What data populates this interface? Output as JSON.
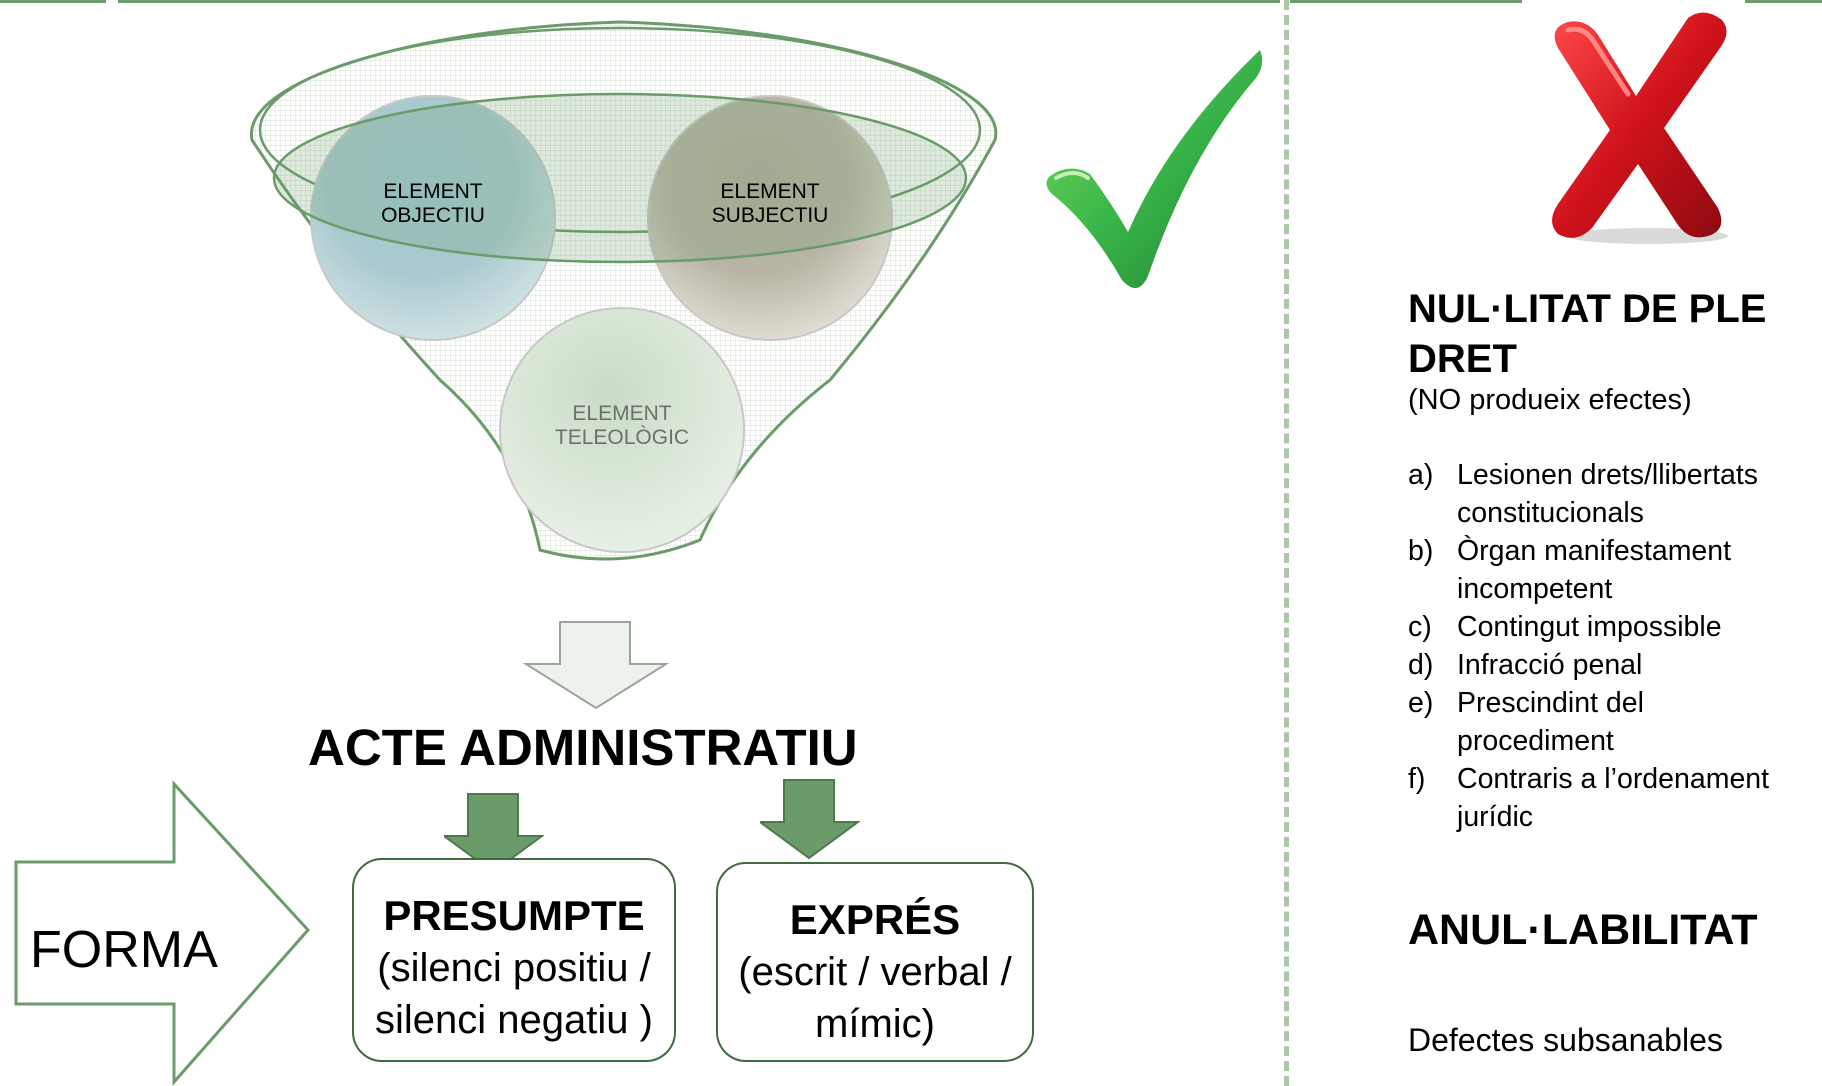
{
  "diagram": {
    "circles": [
      {
        "line1": "ELEMENT",
        "line2": "OBJECTIU"
      },
      {
        "line1": "ELEMENT",
        "line2": "SUBJECTIU"
      },
      {
        "line1": "ELEMENT",
        "line2": "TELEOLÒGIC"
      }
    ],
    "acte_title": "ACTE ADMINISTRATIU",
    "forma_label": "FORMA",
    "presumpte": {
      "title": "PRESUMPTE",
      "line1": "(silenci positiu /",
      "line2": "silenci negatiu )"
    },
    "expres": {
      "title": "EXPRÉS",
      "line1": "(escrit / verbal /",
      "line2": "mímic)"
    }
  },
  "right_panel": {
    "nulitat": {
      "title_line1": "NUL·LITAT DE PLE",
      "title_line2": "DRET",
      "subtitle": "(NO produeix efectes)",
      "items": [
        {
          "marker": "a)",
          "line1": "Lesionen drets/llibertats",
          "line2": "constitucionals"
        },
        {
          "marker": "b)",
          "line1": "Òrgan manifestament",
          "line2": "incompetent"
        },
        {
          "marker": "c)",
          "line1": "Contingut impossible",
          "line2": ""
        },
        {
          "marker": "d)",
          "line1": "Infracció penal",
          "line2": ""
        },
        {
          "marker": "e)",
          "line1": "Prescindint del",
          "line2": "procediment"
        },
        {
          "marker": "f)",
          "line1": "Contraris a l’ordenament",
          "line2": "jurídic"
        }
      ]
    },
    "anulabilitat": {
      "title": "ANUL·LABILITAT",
      "text": "Defectes subsanables"
    }
  },
  "icons": {
    "check": "check-mark-icon",
    "cross": "red-x-icon"
  },
  "colors": {
    "arrow_green": "#6b9a6b",
    "box_border": "#3f6b3f",
    "check_green": "#39b54a",
    "cross_red": "#d0121b",
    "divider": "#a9c9a4"
  }
}
